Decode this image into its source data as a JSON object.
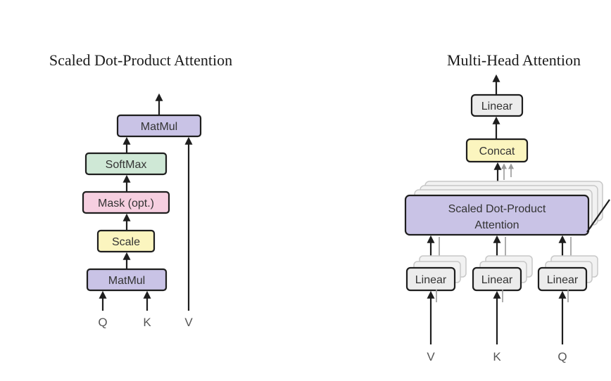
{
  "left": {
    "title": "Scaled Dot-Product Attention",
    "matmul_top": "MatMul",
    "softmax": "SoftMax",
    "mask": "Mask (opt.)",
    "scale": "Scale",
    "matmul_bottom": "MatMul",
    "input_q": "Q",
    "input_k": "K",
    "input_v": "V"
  },
  "right": {
    "title": "Multi-Head Attention",
    "linear_top": "Linear",
    "concat": "Concat",
    "attention_line1": "Scaled Dot-Product",
    "attention_line2": "Attention",
    "linear_v": "Linear",
    "linear_k": "Linear",
    "linear_q": "Linear",
    "input_v": "V",
    "input_k": "K",
    "input_q": "Q"
  },
  "colors": {
    "matmul": "#c9c3e6",
    "softmax": "#cfe8d6",
    "mask": "#f6cfe0",
    "scale": "#fbf5bf",
    "linear": "#ececec",
    "concat": "#fbf5bf",
    "attention": "#c9c3e6"
  }
}
